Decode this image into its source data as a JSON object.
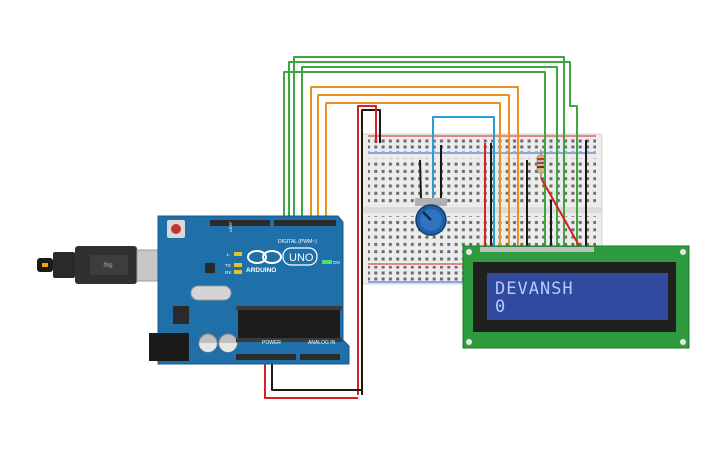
{
  "arduino": {
    "brand": "ARDUINO",
    "model": "UNO",
    "digital_label": "DIGITAL (PWM~)",
    "power_label": "POWER",
    "analog_label": "ANALOG IN",
    "tx_label": "TX",
    "rx_label": "RX",
    "on_label": "ON",
    "l_label": "L",
    "colors": {
      "board": "#1f6fa8",
      "header": "#2b2b2b"
    }
  },
  "lcd": {
    "line1": "DEVANSH",
    "line2": "0",
    "colors": {
      "pcb": "#2e9b3e",
      "screen": "#2f4a9e",
      "text": "#b9c8ff"
    }
  },
  "wires": {
    "colors": {
      "green": "#3fa63f",
      "orange": "#e89320",
      "red": "#d62121",
      "black": "#1a1a1a",
      "blue": "#2a9fd6"
    }
  }
}
